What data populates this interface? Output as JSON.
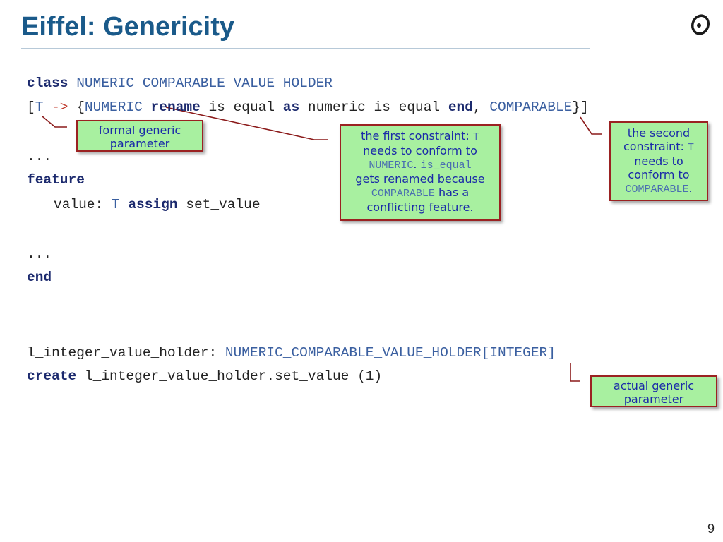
{
  "slide": {
    "title": "Eiffel: Genericity",
    "page_number": "9"
  },
  "code": {
    "line1": {
      "kw": "class",
      "name": "NUMERIC_COMPARABLE_VALUE_HOLDER"
    },
    "line2": {
      "open": "[",
      "gen": "T",
      "arrow": "->",
      "brace_open": "{",
      "numeric": "NUMERIC",
      "rename": "rename",
      "old_name": "is_equal",
      "as": "as",
      "new_name": "numeric_is_equal",
      "end": "end",
      "comma": ",",
      "comparable": "COMPARABLE",
      "close": "}]"
    },
    "line3": "...",
    "line4": "feature",
    "line5": {
      "name": "value:",
      "type": "T",
      "assign": "assign",
      "setter": "set_value"
    },
    "line6": "...",
    "line7": "end",
    "line8": {
      "var": "l_integer_value_holder:",
      "type": "NUMERIC_COMPARABLE_VALUE_HOLDER[INTEGER]"
    },
    "line9": {
      "kw": "create",
      "rest": "l_integer_value_holder.set_value (1)"
    }
  },
  "callouts": {
    "formal": {
      "text": "formal generic parameter"
    },
    "first": {
      "t1": "the first constraint: ",
      "m1": "T",
      "t2": "needs to conform to",
      "m2": "NUMERIC",
      "t3": ". ",
      "m3": "is_equal",
      "t4": "gets renamed because",
      "m4": "COMPARABLE",
      "t5": " has a",
      "t6": "conflicting feature."
    },
    "second": {
      "t1": "the second",
      "t2": "constraint: ",
      "m1": "T",
      "t3": "needs to",
      "t4": "conform to",
      "m2": "COMPARABLE",
      "t5": "."
    },
    "actual": {
      "text": "actual generic parameter"
    }
  },
  "colors": {
    "title": "#1a5a8a",
    "keyword": "#1c2a6e",
    "type": "#3a5fa0",
    "callout_bg": "#a8f0a0",
    "callout_border": "#9b2222",
    "callout_text": "#1a2aa8"
  },
  "icons": {
    "logo": "eiffel-logo-icon"
  }
}
